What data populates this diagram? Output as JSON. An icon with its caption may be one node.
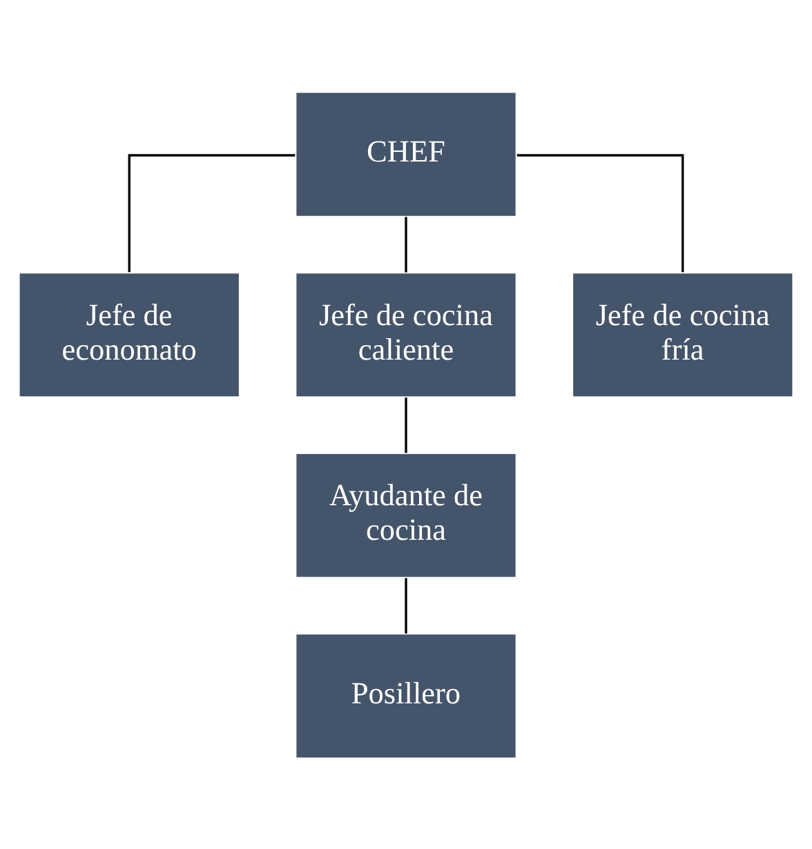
{
  "diagram": {
    "nodes": [
      {
        "text": [
          "CHEF"
        ]
      },
      {
        "text": [
          "Jefe de economato"
        ]
      },
      {
        "text": [
          "Jefe de cocina caliente"
        ]
      },
      {
        "text": [
          "Jefe de cocina fría"
        ]
      },
      {
        "text": [
          "Ayudante de cocina"
        ]
      },
      {
        "text": [
          "Posillero"
        ]
      }
    ],
    "edges": [
      {
        "from": 0,
        "to": 1,
        "arrow": "none"
      },
      {
        "from": 0,
        "to": 2,
        "arrow": "none"
      },
      {
        "from": 0,
        "to": 3,
        "arrow": "none"
      },
      {
        "from": 2,
        "to": 4,
        "arrow": "none"
      },
      {
        "from": 4,
        "to": 5,
        "arrow": "none"
      }
    ]
  }
}
